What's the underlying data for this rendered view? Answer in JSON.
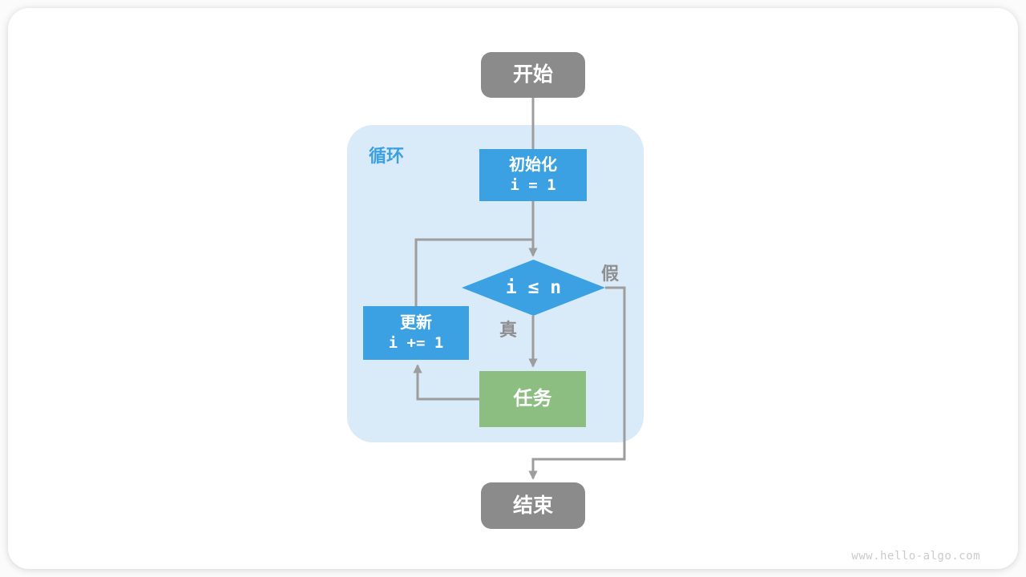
{
  "colors": {
    "blue": "#3ca1e2",
    "blue_light": "#d9eaf9",
    "green": "#8bbe80",
    "gray": "#8b8b8b",
    "line": "#9d9d9d",
    "label": "#8f8f8f",
    "watermark": "#c9cbcc"
  },
  "flowchart": {
    "start": "开始",
    "loop_label": "循环",
    "init": {
      "title": "初始化",
      "code": "i = 1"
    },
    "condition": "i ≤ n",
    "true_label": "真",
    "false_label": "假",
    "update": {
      "title": "更新",
      "code": "i += 1"
    },
    "task": "任务",
    "end": "结束"
  },
  "watermark": "www.hello-algo.com"
}
